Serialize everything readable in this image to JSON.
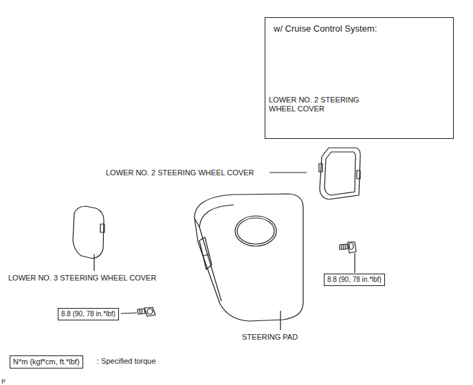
{
  "diagram": {
    "nodes": [
      {
        "text": [
          "w/ Cruise Control System:",
          "LOWER NO. 2 STEERING WHEEL COVER"
        ]
      },
      {
        "text": [
          "8.8 (90, 78 in.*lbf)"
        ]
      },
      {
        "text": [
          "8.8 (90, 78 in.*lbf)"
        ]
      },
      {
        "text": [
          "N*m (kgf*cm, ft.*lbf)"
        ]
      }
    ],
    "edges": [],
    "labels": [
      "LOWER NO. 2 STEERING WHEEL COVER",
      "LOWER NO. 3 STEERING WHEEL COVER",
      "STEERING PAD",
      ": Specified torque",
      "P"
    ]
  }
}
